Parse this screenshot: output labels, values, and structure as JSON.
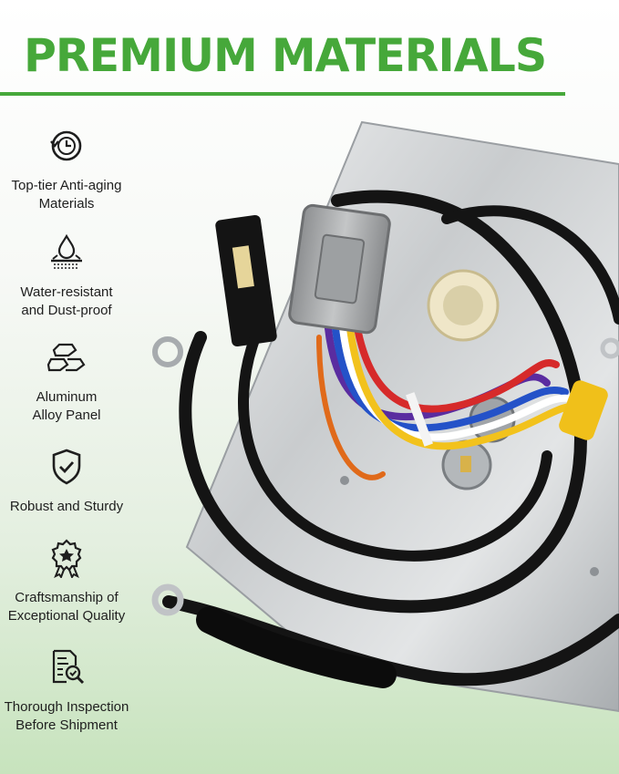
{
  "header": {
    "title": "PREMIUM MATERIALS"
  },
  "colors": {
    "accent": "#46a83a",
    "text": "#1e1e1e"
  },
  "features": [
    {
      "icon": "anti-aging-clock-icon",
      "line1": "Top-tier Anti-aging",
      "line2": "Materials"
    },
    {
      "icon": "water-drop-icon",
      "line1": "Water-resistant",
      "line2": "and Dust-proof"
    },
    {
      "icon": "aluminum-ingot-icon",
      "line1": "Aluminum",
      "line2": "Alloy Panel"
    },
    {
      "icon": "shield-check-icon",
      "line1": "Robust and Sturdy",
      "line2": ""
    },
    {
      "icon": "quality-badge-icon",
      "line1": "Craftsmanship of",
      "line2": "Exceptional Quality"
    },
    {
      "icon": "inspection-document-icon",
      "line1": "Thorough Inspection",
      "line2": "Before Shipment"
    }
  ]
}
